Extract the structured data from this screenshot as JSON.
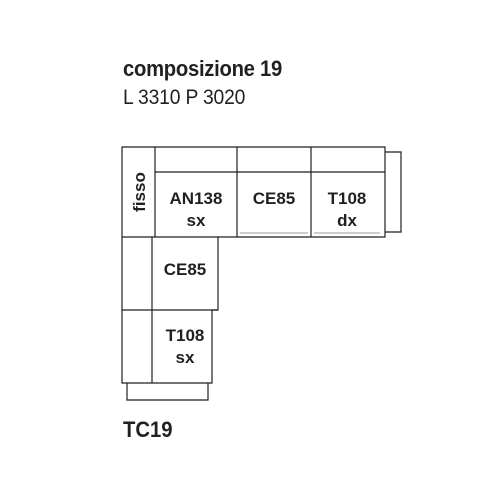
{
  "header": {
    "title": "composizione 19",
    "dimensions": "L 3310 P 3020"
  },
  "modules": {
    "fixed_label": "fisso",
    "an138": {
      "line1": "AN138",
      "line2": "sx"
    },
    "ce85_top": {
      "line1": "CE85"
    },
    "t108_right": {
      "line1": "T108",
      "line2": "dx"
    },
    "ce85_left": {
      "line1": "CE85"
    },
    "t108_left": {
      "line1": "T108",
      "line2": "sx"
    }
  },
  "footer": {
    "code": "TC19"
  }
}
